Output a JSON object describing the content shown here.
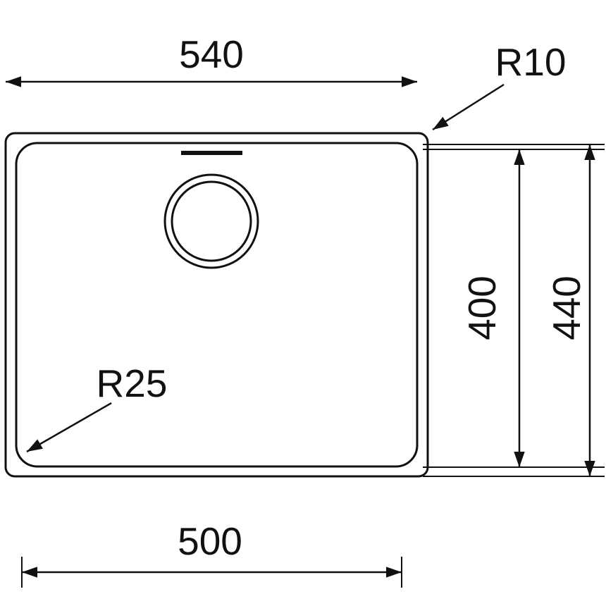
{
  "drawing": {
    "type": "technical-drawing",
    "subject": "sink-bowl-top-view-with-dimensions",
    "labels": {
      "outer_width": "540",
      "outer_corner_radius": "R10",
      "bowl_depth": "400",
      "outer_depth": "440",
      "bowl_corner_radius": "R25",
      "bowl_width": "500"
    },
    "colors": {
      "line": "#111111",
      "background": "#ffffff"
    }
  }
}
